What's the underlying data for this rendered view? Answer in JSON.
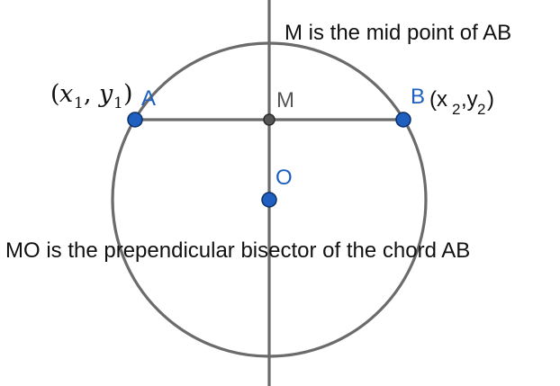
{
  "colors": {
    "line": "#6b6b6b",
    "point_blue": "#1e5fbf",
    "point_gray": "#555555",
    "text": "#111111"
  },
  "text": {
    "top_note": "M is the mid point of AB",
    "bottom_note": "MO is the prependicular bisector of the chord AB"
  },
  "points": {
    "A": {
      "label": "A",
      "coord_x": "x",
      "coord_x_sub": "1",
      "comma": ",",
      "coord_y": "y",
      "coord_y_sub": "1",
      "open": "(",
      "close": ")"
    },
    "B": {
      "label": "B",
      "coord": "(x",
      "sub1": "2",
      "mid": ",y",
      "sub2": "2",
      "close": ")"
    },
    "M": {
      "label": "M"
    },
    "O": {
      "label": "O"
    }
  }
}
